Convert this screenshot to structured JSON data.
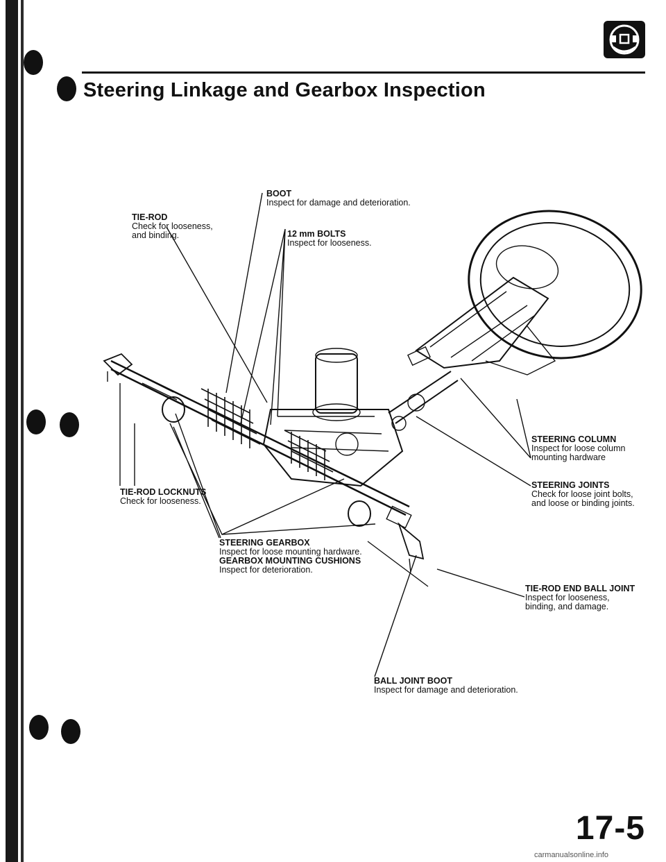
{
  "title": "Steering Linkage and Gearbox Inspection",
  "page_number": "17-5",
  "icons": {
    "section": "steering-wheel-icon"
  },
  "labels": {
    "boot": {
      "heading": "BOOT",
      "desc": [
        "Inspect for damage and deterioration."
      ]
    },
    "tie_rod": {
      "heading": "TIE-ROD",
      "desc": [
        "Check for looseness,",
        "and binding."
      ]
    },
    "bolts": {
      "heading": "12 mm BOLTS",
      "desc": [
        "Inspect for looseness."
      ]
    },
    "steering_column": {
      "heading": "STEERING COLUMN",
      "desc": [
        "Inspect for loose column",
        "mounting hardware"
      ]
    },
    "steering_joints": {
      "heading": "STEERING JOINTS",
      "desc": [
        "Check for loose joint bolts,",
        "and loose or binding joints."
      ]
    },
    "locknuts": {
      "heading": "TIE-ROD LOCKNUTS",
      "desc": [
        "Check for looseness."
      ]
    },
    "gearbox": {
      "heading": "STEERING GEARBOX",
      "desc": [
        "Inspect for loose mounting hardware."
      ]
    },
    "cushions": {
      "heading": "GEARBOX MOUNTING CUSHIONS",
      "desc": [
        "Inspect for deterioration."
      ]
    },
    "ball_joint": {
      "heading": "TIE-ROD END BALL JOINT",
      "desc": [
        "Inspect for looseness,",
        "binding, and damage."
      ]
    },
    "ball_joint_boot": {
      "heading": "BALL JOINT BOOT",
      "desc": [
        "Inspect for damage and deterioration."
      ]
    }
  },
  "watermark": "carmanualsonline.info"
}
